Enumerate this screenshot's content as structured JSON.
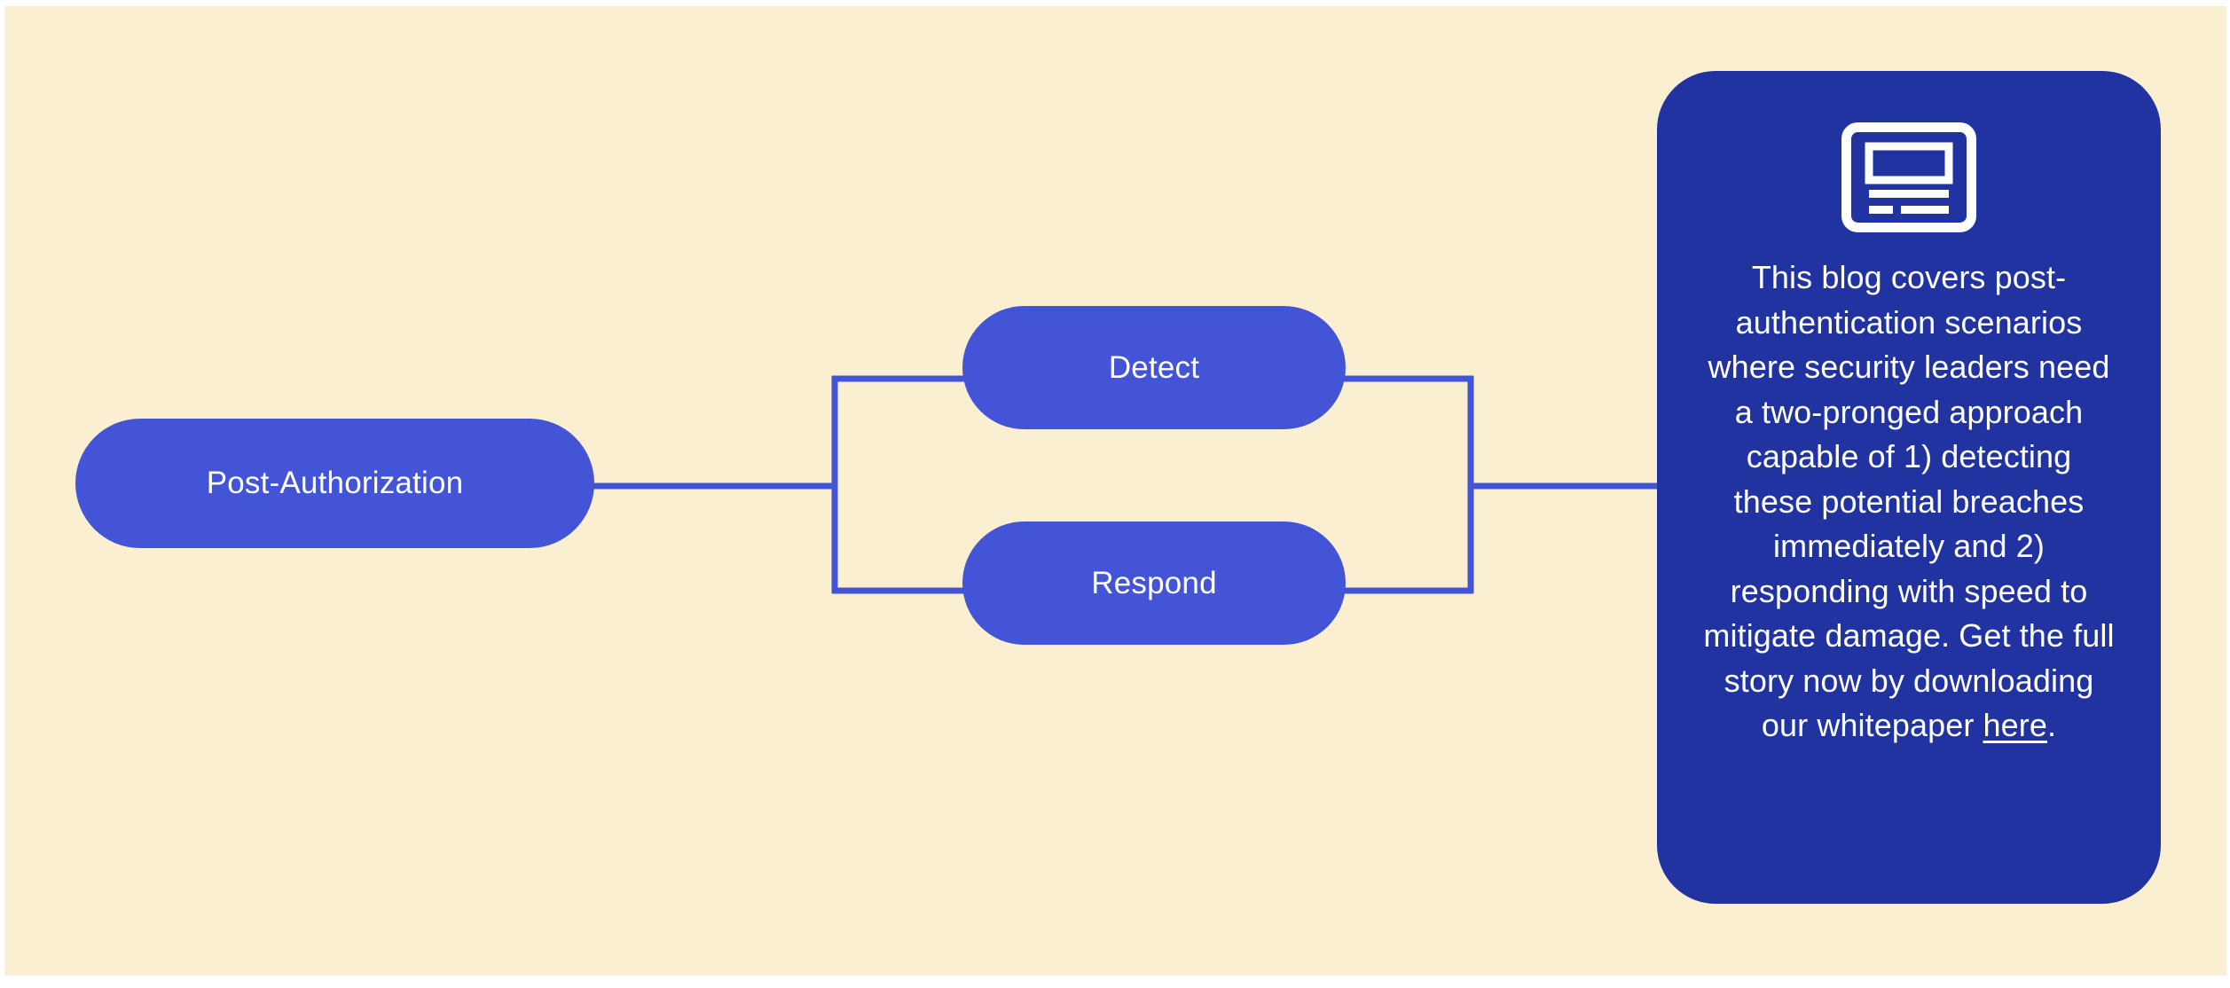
{
  "canvas": {
    "background_color": "#FBEFD2",
    "page_background_color": "#FFFFFF"
  },
  "theme": {
    "node_fill": "#4355D6",
    "card_fill": "#2133A0",
    "connector_color": "#4355D6",
    "text_on_blue": "#FFFFFF"
  },
  "diagram": {
    "type": "flow",
    "root": {
      "label": "Post-Authorization"
    },
    "branches": [
      {
        "label": "Detect"
      },
      {
        "label": "Respond"
      }
    ]
  },
  "card": {
    "icon": "article-icon",
    "body_part_1": "This blog covers post-authentication scenarios where security leaders need a two-pronged approach capable of 1) detecting these potential breaches immediately and 2) responding with speed to mitigate damage. Get the full story now by downloading our whitepaper ",
    "link_label": "here",
    "body_part_2": "."
  }
}
